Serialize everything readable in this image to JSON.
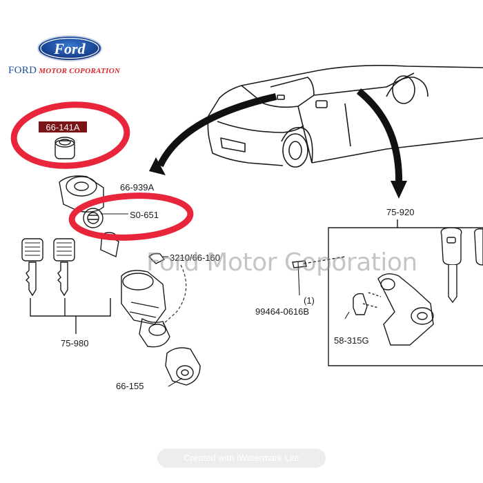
{
  "header": {
    "logo_text": "Ford",
    "company_first": "FORD",
    "company_rest": "MOTOR COPORATION"
  },
  "watermark": "Ford Motor Coporation",
  "footer": {
    "pill_text": "Created with iWatermark Lite"
  },
  "labels": {
    "part_66_141A": "66-141A",
    "part_66_939A": "66-939A",
    "part_S0_651": "S0-651",
    "part_3210": "3210/66-160",
    "part_75_980": "75-980",
    "part_66_155": "66-155",
    "part_75_920": "75-920",
    "part_99464": "99464-0616B",
    "qty_1": "(1)",
    "part_58_315G": "58-315G"
  },
  "colors": {
    "highlight_ring": "#e8253a",
    "ford_blue": "#1d4f9c",
    "label_fill": "#7a1416"
  }
}
